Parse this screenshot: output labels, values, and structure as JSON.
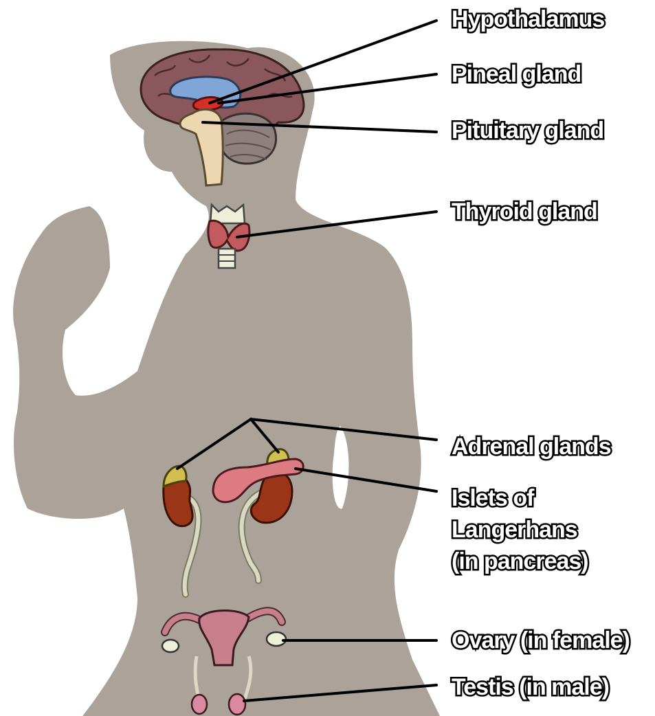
{
  "colors": {
    "silhouette": "#aba39a",
    "brain": "#8a585c",
    "ventricle": "#7fa6d6",
    "hypothalamus_red": "#d62f26",
    "brainstem": "#edd7b0",
    "cerebellum": "#8e807c",
    "thyroid": "#c35a5f",
    "kidney": "#9a3617",
    "adrenal": "#d1bf50",
    "pancreas": "#dd7b82",
    "ureter": "#dcd8c5",
    "uterus": "#c87f8d",
    "ovary": "#edefd8",
    "testis": "#d989a0",
    "leader_line": "#000000"
  },
  "labels": {
    "hypothalamus": "Hypothalamus",
    "pineal": "Pineal gland",
    "pituitary": "Pituitary gland",
    "thyroid": "Thyroid gland",
    "adrenal": "Adrenal glands",
    "islets": "Islets of\nLangerhans\n(in pancreas)",
    "ovary": "Ovary (in female)",
    "testis": "Testis (in male)"
  }
}
